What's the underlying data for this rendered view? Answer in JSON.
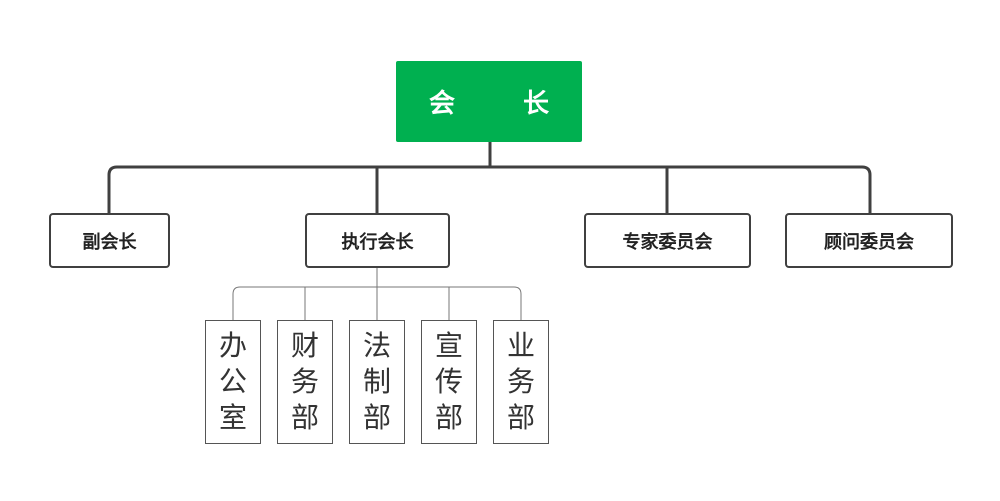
{
  "root": {
    "label_chars": [
      "会",
      "长"
    ]
  },
  "level2": [
    {
      "label": "副会长"
    },
    {
      "label": "执行会长"
    },
    {
      "label": "专家委员会"
    },
    {
      "label": "顾问委员会"
    }
  ],
  "departments": [
    {
      "label": "办公室"
    },
    {
      "label": "财务部"
    },
    {
      "label": "法制部"
    },
    {
      "label": "宣传部"
    },
    {
      "label": "业务部"
    }
  ],
  "colors": {
    "root_fill": "#00b050",
    "line": "#404040",
    "thin_line": "#777777"
  }
}
